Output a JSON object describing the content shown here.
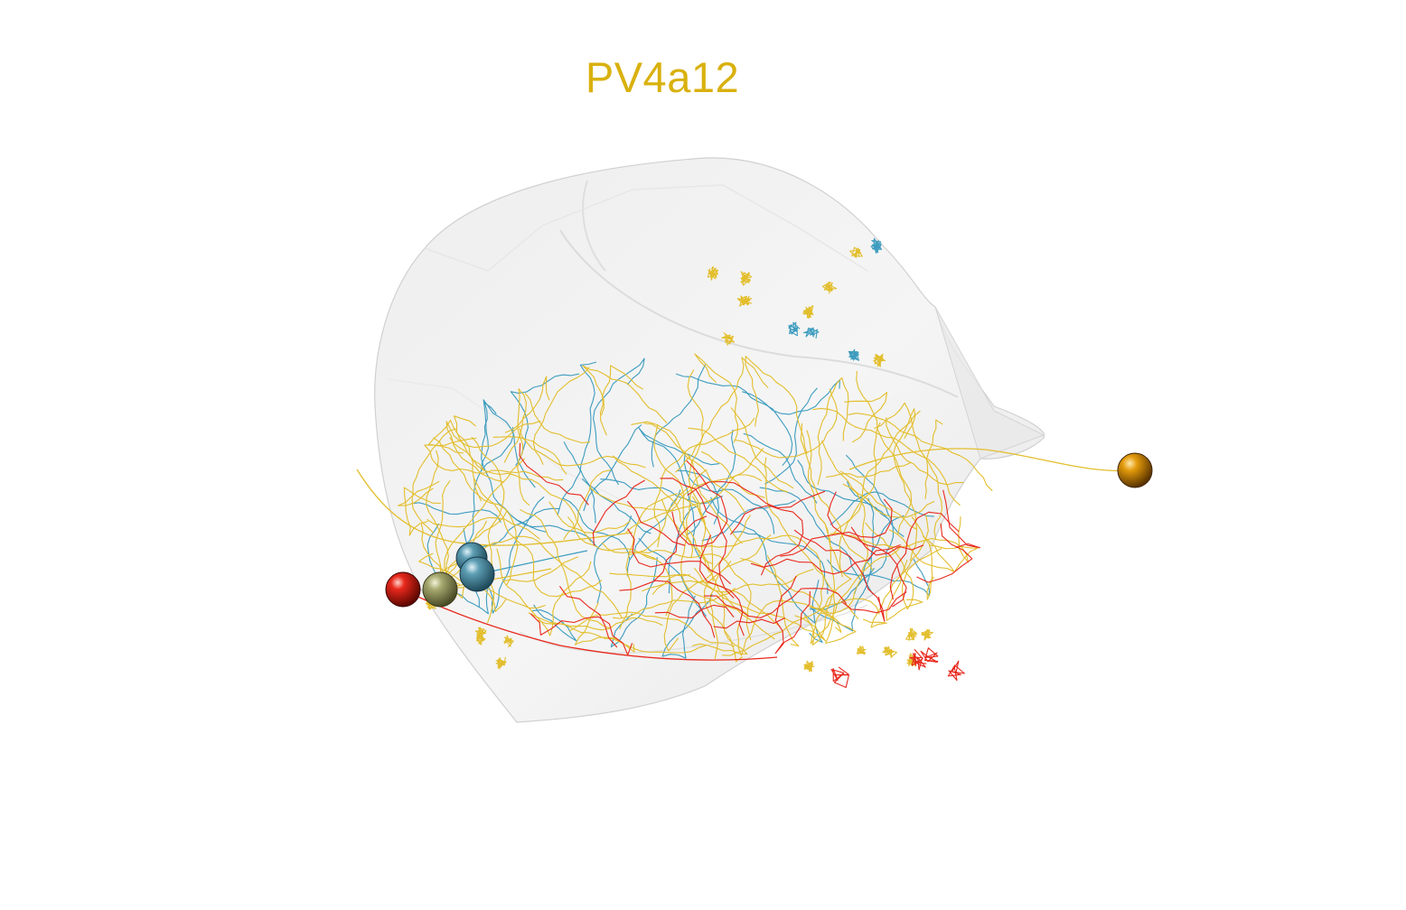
{
  "title": "PV4a12",
  "colors": {
    "title": "#d9b10f",
    "neuropil_fill": "#e4e4e4",
    "neuropil_edge": "#d2d2d2",
    "yellow_tracts": "#e3be2c",
    "blue_tracts": "#3d9cbf",
    "red_tracts": "#e8281c",
    "soma_red": "#cc1a0a",
    "soma_olive": "#9ea068",
    "soma_blue": "#5c98ad",
    "soma_orange": "#e19307"
  },
  "somas": [
    {
      "name": "red-soma",
      "color": "#cc1a0a"
    },
    {
      "name": "olive-soma",
      "color": "#9ea068"
    },
    {
      "name": "blue-soma",
      "color": "#5c98ad"
    },
    {
      "name": "blue-soma-2",
      "color": "#5c98ad"
    },
    {
      "name": "orange-soma",
      "color": "#e19307"
    }
  ]
}
